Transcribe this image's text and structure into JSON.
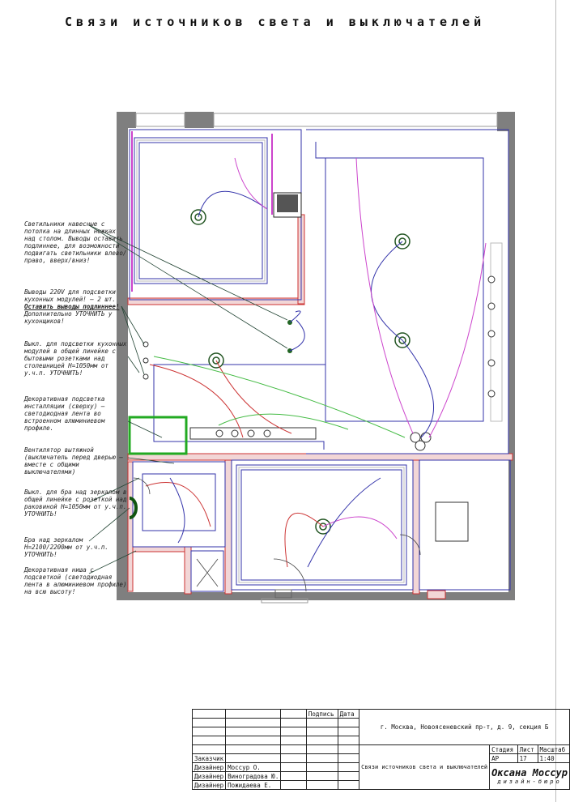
{
  "title": "Связи источников света и выключателей",
  "notes": [
    {
      "text": "Светильники навесные с потолка на длинных ножках над столом. Выводы оставить подлиннее, для возможности подвигать светильники влево/право, вверх/вниз!"
    },
    {
      "text": "Выводы 220V для подсветки кухонных модулей! – 2 шт.",
      "bold": "Оставить выводы подлиннее!",
      "tail": "Дополнительно УТОЧНИТЬ у кухонщиков!"
    },
    {
      "text": "Выкл. для подсветки кухонных модулей в общей линейке с бытовыми розетками над столешницей H=1050мм от у.ч.п. УТОЧНИТЬ!"
    },
    {
      "text": "Декоративная подсветка инсталляции (сверху) – светодиодная лента во встроенном алюминиевом профиле."
    },
    {
      "text": "Вентилятор вытяжной (выключатель перед дверью – вместе с общими выключателями)"
    },
    {
      "text": "Выкл. для бра над зеркалом в общей линейке с розеткой над раковиной H=1050мм от у.ч.п. УТОЧНИТЬ!"
    },
    {
      "text": "Бра над зеркалом H=2100/2200мм от у.ч.п. УТОЧНИТЬ!"
    },
    {
      "text": "Декоративная ниша с подсветкой (светодиодная лента в алюминиевом профиле) на всю высоту!"
    }
  ],
  "stamp": {
    "col_sign": "Подпись",
    "col_date": "Дата",
    "address": "г. Москва, Новоясеневский пр-т, д. 9, секция Б",
    "sheet_title": "Связи источников света и выключателей",
    "roles": [
      {
        "role": "Заказчик",
        "name": ""
      },
      {
        "role": "Дизайнер",
        "name": "Моссур О."
      },
      {
        "role": "Дизайнер",
        "name": "Виноградова Ю."
      },
      {
        "role": "Дизайнер",
        "name": "Пожидаева Е."
      }
    ],
    "h_stage": "Стадия",
    "h_sheet": "Лист",
    "h_scale": "Масштаб",
    "stage": "АР",
    "sheet": "17",
    "scale": "1:40",
    "company": "Оксана Моссур",
    "company_sub": "дизайн-бюро"
  },
  "colors": {
    "wall": "#7f7f7f",
    "accent_green": "#22aa22",
    "wire_blue": "#3333aa",
    "wire_magenta": "#cc44cc",
    "wire_red": "#cc3333",
    "wire_green": "#44bb44"
  }
}
